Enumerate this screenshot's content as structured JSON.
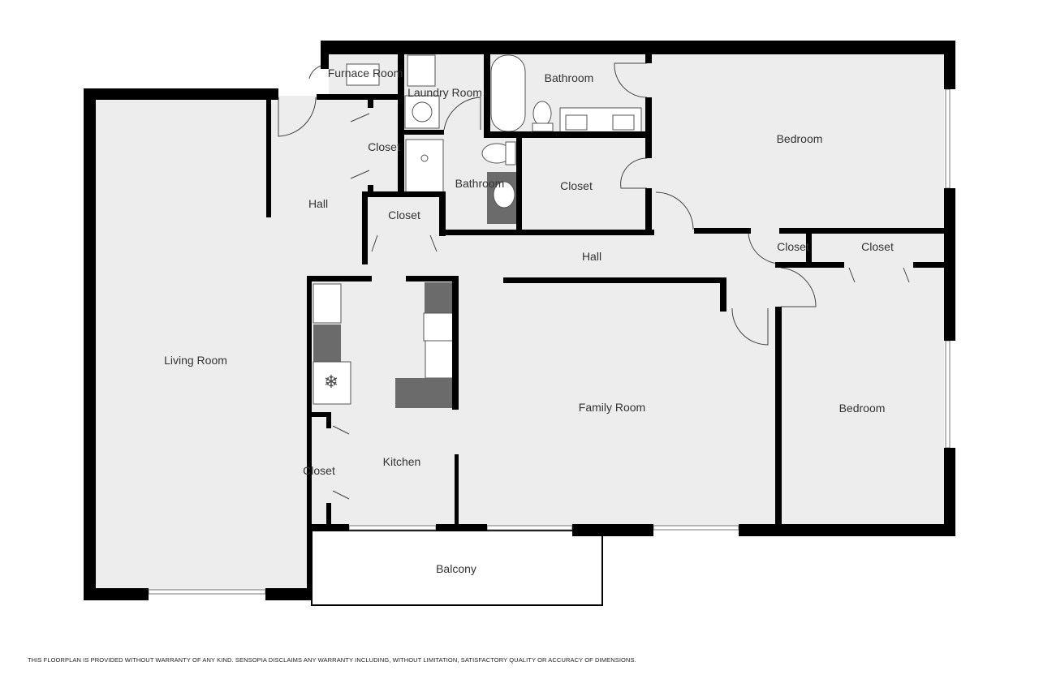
{
  "rooms": {
    "furnace_room": "Furnace Room",
    "laundry_room": "Laundry Room",
    "bathroom_main": "Bathroom",
    "bedroom_top": "Bedroom",
    "closet_hall_upper": "Closet",
    "hall_left": "Hall",
    "closet_hall_lower": "Closet",
    "bathroom_small": "Bathroom",
    "closet_bedroom": "Closet",
    "hall_center": "Hall",
    "closet_small_right": "Closet",
    "closet_right": "Closet",
    "living_room": "Living Room",
    "family_room": "Family Room",
    "bedroom_bottom": "Bedroom",
    "kitchen": "Kitchen",
    "closet_kitchen": "Closet",
    "balcony": "Balcony"
  },
  "disclaimer": "THIS FLOORPLAN IS PROVIDED WITHOUT WARRANTY OF ANY KIND. SENSOPIA DISCLAIMS ANY WARRANTY INCLUDING, WITHOUT LIMITATION, SATISFACTORY QUALITY OR ACCURACY OF DIMENSIONS."
}
